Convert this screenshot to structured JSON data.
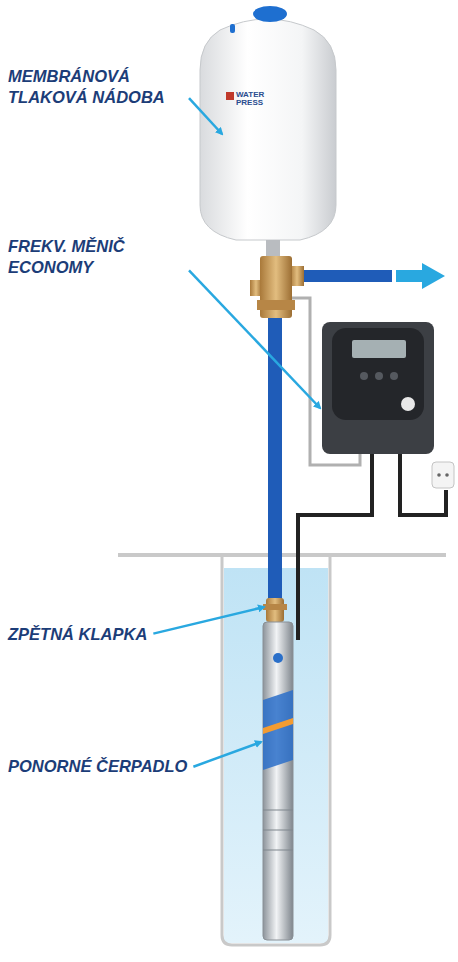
{
  "diagram": {
    "labels": [
      "MEMBRÁNOVÁ TLAKOVÁ NÁDOBA",
      "FREKV. MĚNIČ ECONOMY",
      "ZPĚTNÁ KLAPKA",
      "PONORNÉ ČERPADLO",
      "WATER PRESS"
    ]
  }
}
